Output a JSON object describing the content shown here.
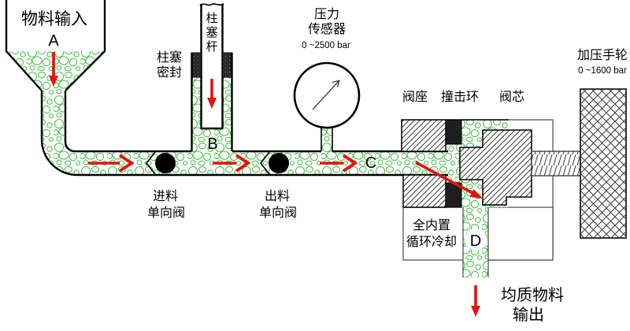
{
  "labels": {
    "material_input": "物料输入",
    "point_a": "A",
    "plunger_rod": [
      "柱",
      "塞",
      "杆"
    ],
    "plunger_seal": [
      "柱塞",
      "密封"
    ],
    "point_b": "B",
    "pressure_sensor": [
      "压力",
      "传感器"
    ],
    "pressure_sensor_range": "0 ~2500 bar",
    "inlet_check_valve": [
      "进料",
      "单向阀"
    ],
    "outlet_check_valve": [
      "出料",
      "单向阀"
    ],
    "point_c": "C",
    "valve_seat": "阀座",
    "impact_ring": "撞击环",
    "valve_core": "阀芯",
    "pressure_handwheel": "加压手轮",
    "pressure_handwheel_range": "0 ~1600 bar",
    "internal_cooling": [
      "全内置",
      "循环冷却"
    ],
    "point_d": "D",
    "homogenized_output": [
      "均质物料",
      "输出"
    ]
  },
  "colors": {
    "arrow_red": "#e51212",
    "bubble_green": "#4ec24e",
    "hatch_gray": "#3a3a3a",
    "seal_dark": "#1e1e1e"
  }
}
